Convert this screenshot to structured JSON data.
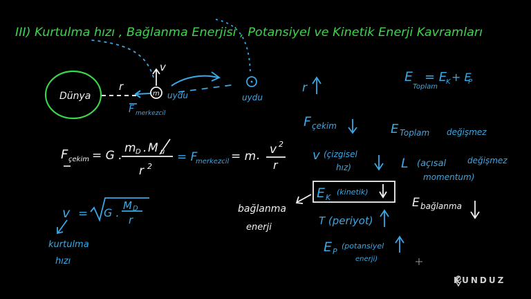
{
  "colors": {
    "green": "#3cd64a",
    "white": "#f2f2f2",
    "blue": "#3aa8e6",
    "background": "#000000",
    "logo": "#d0d0d0"
  },
  "title": "III) Kurtulma hızı , Bağlanma Enerjisi , Potansiyel ve Kinetik Enerji Kavramları",
  "diagram": {
    "earth_label": "Dünya",
    "radius_label": "r",
    "mass_label": "m",
    "velocity_label": "v",
    "satellite_label": "uydu",
    "satellite_label_far": "uydu",
    "force_label": "F",
    "force_sub": "merkezcil"
  },
  "equation": {
    "lhs": "F",
    "lhs_sub": "çekim",
    "eq1": "= G .",
    "num": "m",
    "num_sub": "D",
    "num_mid": ".",
    "num2": "M",
    "num2_sub": "u",
    "den": "r",
    "den_sup": "2",
    "eq2": "= F",
    "mid_sub": "merkezcil",
    "eq3": "= m",
    "v": "v",
    "v_sup": "2",
    "den2": "r"
  },
  "escape": {
    "lhs": "v",
    "eq": "=",
    "g": "G .",
    "num": "M",
    "num_sub": "D",
    "den": "r",
    "label1": "kurtulma",
    "label2": "hızı"
  },
  "binding": {
    "line1": "bağlanma",
    "line2": "enerji"
  },
  "middle_col": {
    "r_label": "r",
    "f_label": "F",
    "f_sub": "çekim",
    "v_label": "v",
    "v_note1": "(çizgisel",
    "v_note2": "hız)",
    "ek_label": "E",
    "ek_sub": "K",
    "ek_note": "(kinetik)",
    "t_label": "T (periyot)",
    "ep_label": "E",
    "ep_sub": "P",
    "ep_note1": "(potansiyel",
    "ep_note2": "enerji)"
  },
  "right_col": {
    "etop": "E",
    "etop_sub": "Toplam",
    "eq": "= E",
    "ek_sub": "K",
    "plus": "+ E",
    "ep_sub": "P",
    "etop2": "E",
    "etop2_sub": "Toplam",
    "etop2_note": "değişmez",
    "l_label": "L",
    "l_note1": "(açısal",
    "l_note2": "momentum)",
    "l_note3": "değişmez",
    "eb_label": "E",
    "eb_sub": "bağlanma"
  },
  "logo": {
    "text": "KUNDUZ"
  }
}
